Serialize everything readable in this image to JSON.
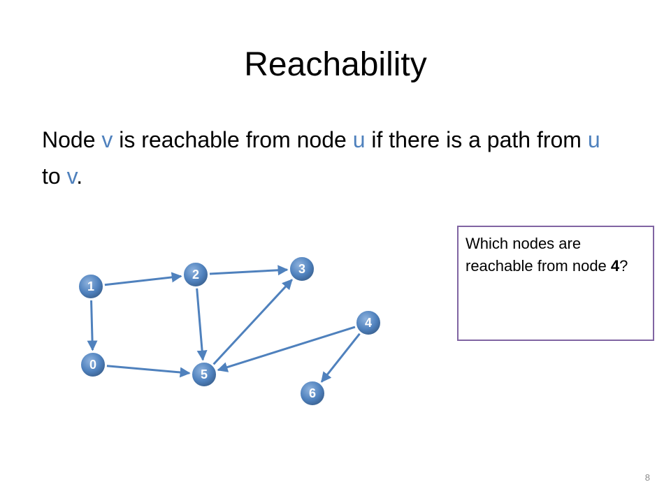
{
  "slide": {
    "title": "Reachability",
    "statement": {
      "p1": "Node ",
      "v1": "v",
      "p2": " is reachable from node ",
      "u1": "u",
      "p3": " if there is a path from ",
      "u2": "u",
      "p4": " to ",
      "v2": "v",
      "p5": "."
    },
    "question": {
      "text_before": "Which nodes are reachable from node ",
      "bold_node": "4",
      "text_after": "?"
    },
    "page_number": "8"
  },
  "graph": {
    "nodes": [
      "0",
      "1",
      "2",
      "3",
      "4",
      "5",
      "6"
    ],
    "edges": [
      [
        "1",
        "2"
      ],
      [
        "1",
        "0"
      ],
      [
        "2",
        "3"
      ],
      [
        "2",
        "5"
      ],
      [
        "0",
        "5"
      ],
      [
        "5",
        "3"
      ],
      [
        "4",
        "5"
      ],
      [
        "4",
        "6"
      ]
    ]
  },
  "colors": {
    "accent": "#4f81bd",
    "node_fill": "#4f81bd",
    "edge": "#4f81bd",
    "box_border": "#8064a2"
  }
}
